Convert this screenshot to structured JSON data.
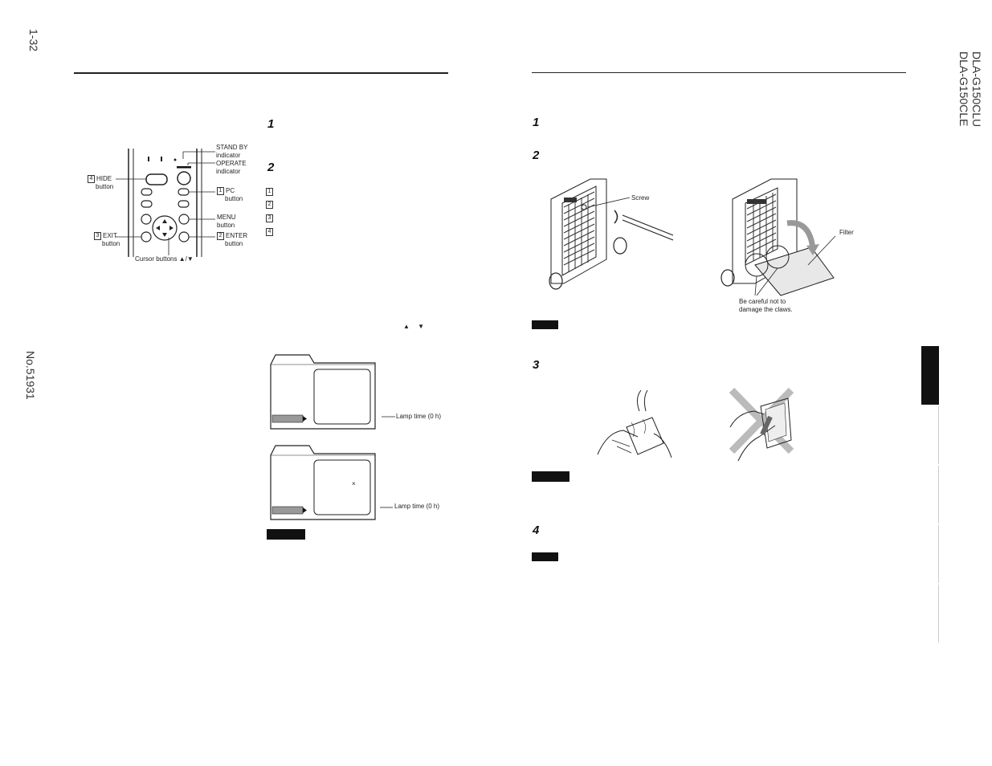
{
  "page": {
    "page_number": "1-32",
    "doc_number": "No.51931",
    "model_line1": "DLA-G150CLU",
    "model_line2": "DLA-G150CLE"
  },
  "left": {
    "steps": [
      "1",
      "2"
    ],
    "remote_labels": {
      "standby": "STAND BY",
      "standby_sub": "indicator",
      "operate": "OPERATE",
      "operate_sub": "indicator",
      "hide_num": "4",
      "hide": "HIDE",
      "hide_sub": "button",
      "pc_num": "1",
      "pc": "PC",
      "pc_sub": "button",
      "menu": "MENU",
      "menu_sub": "button",
      "exit_num": "3",
      "exit": "EXIT",
      "exit_sub": "button",
      "enter_num": "2",
      "enter": "ENTER",
      "enter_sub": "button",
      "cursor": "Cursor buttons ▲/▼"
    },
    "numbered_list": [
      "1",
      "2",
      "3",
      "4"
    ],
    "arrows": "▲ ▼",
    "screen1": {
      "lamp_label": "Lamp time (0 h)"
    },
    "screen2": {
      "lamp_label": "Lamp time (0 h)",
      "mark": "×"
    }
  },
  "right": {
    "steps": [
      "1",
      "2",
      "3",
      "4"
    ],
    "fig_screw": "Screw",
    "fig_filter": "Filter",
    "fig_caution_line1": "Be careful not to",
    "fig_caution_line2": "damage the claws."
  }
}
